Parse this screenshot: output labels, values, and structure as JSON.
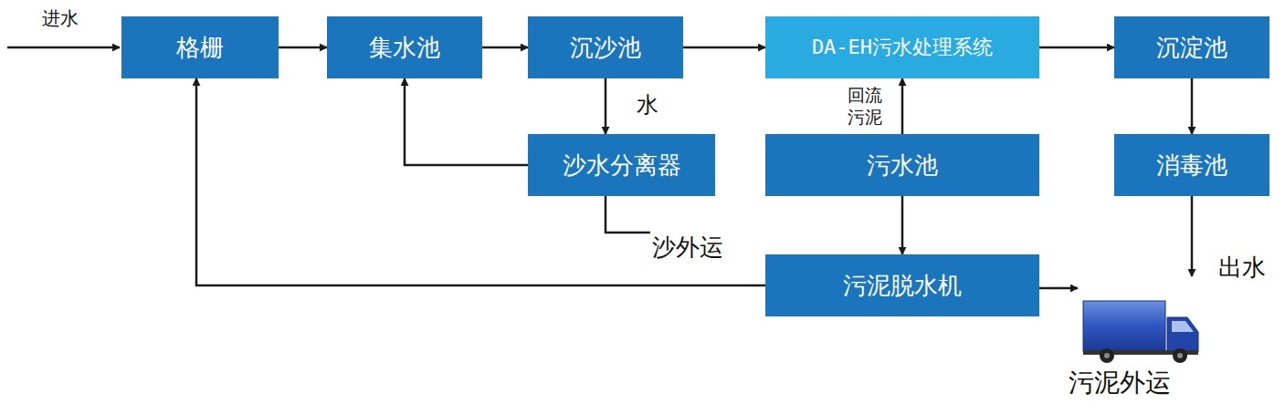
{
  "diagram": {
    "nodes": [
      {
        "text": [
          "格栅"
        ]
      },
      {
        "text": [
          "集水池"
        ]
      },
      {
        "text": [
          "沉沙池"
        ]
      },
      {
        "text": [
          "DA-EH污水处理系统"
        ]
      },
      {
        "text": [
          "沉淀池"
        ]
      },
      {
        "text": [
          "沙水分离器"
        ]
      },
      {
        "text": [
          "污水池"
        ]
      },
      {
        "text": [
          "消毒池"
        ]
      },
      {
        "text": [
          "污泥脱水机"
        ]
      }
    ],
    "edges": [
      {
        "from": 0,
        "to": 1,
        "arrow": "to"
      },
      {
        "from": 1,
        "to": 2,
        "arrow": "to"
      },
      {
        "from": 2,
        "to": 3,
        "arrow": "to"
      },
      {
        "from": 3,
        "to": 4,
        "arrow": "to"
      },
      {
        "from": 2,
        "to": 5,
        "arrow": "to",
        "label": "水"
      },
      {
        "from": 5,
        "to": 1,
        "arrow": "to"
      },
      {
        "from": 6,
        "to": 3,
        "arrow": "to",
        "label": "回流 污泥"
      },
      {
        "from": 6,
        "to": 8,
        "arrow": "to"
      },
      {
        "from": 4,
        "to": 7,
        "arrow": "to"
      },
      {
        "from": 8,
        "to": 0,
        "arrow": "to"
      }
    ],
    "labels": [
      "进水",
      "沙外运",
      "出水",
      "污泥外运"
    ]
  }
}
